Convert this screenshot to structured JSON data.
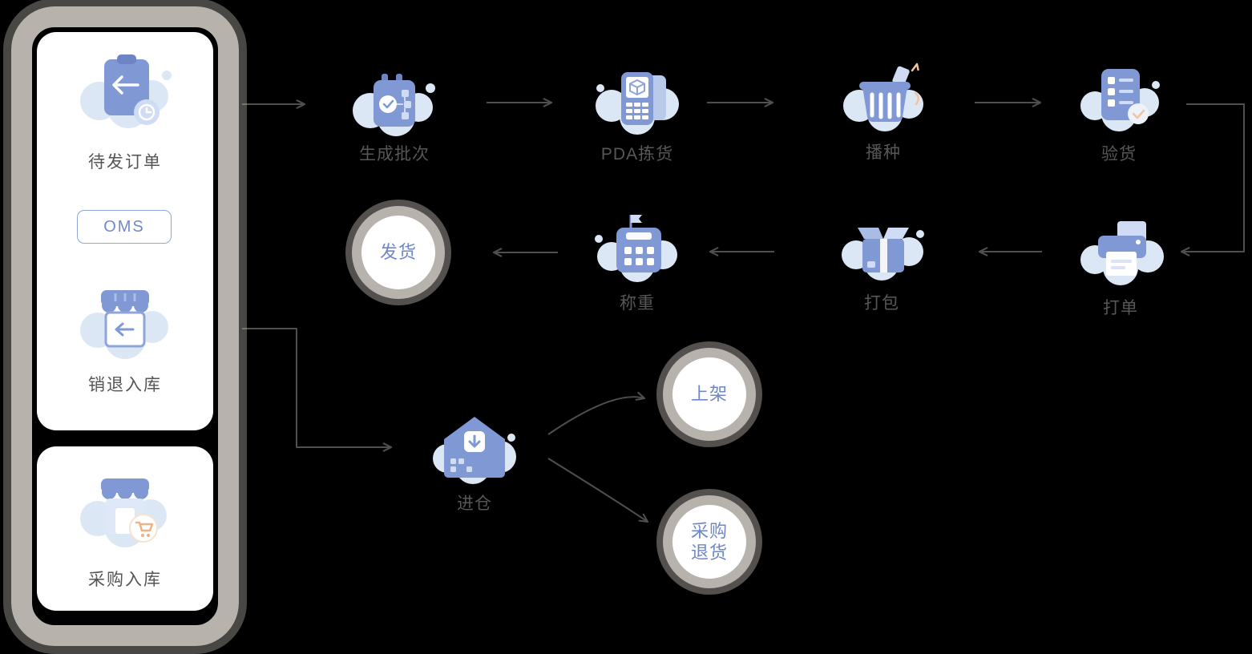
{
  "diagram": {
    "sidebar": {
      "pending_orders": "待发订单",
      "oms": "OMS",
      "sales_return_inbound": "销退入库",
      "purchase_inbound": "采购入库"
    },
    "flow": {
      "generate_batch": "生成批次",
      "pda_picking": "PDA拣货",
      "seeding": "播种",
      "inspect": "验货",
      "print_order": "打单",
      "pack": "打包",
      "weigh": "称重",
      "ship": "发货",
      "inbound": "进仓",
      "shelve": "上架",
      "purchase_return_line1": "采购",
      "purchase_return_line2": "退货"
    },
    "colors": {
      "icon_blue": "#8099d5",
      "icon_blue_dark": "#6d85c5",
      "icon_blue_light": "#cfdcf4",
      "cloud": "#dce7f6",
      "ring_gray": "#b7b2ab",
      "circle_text_blue": "#6f87c7",
      "label_gray": "#575757",
      "arrow_gray": "#4f4f4f",
      "accent_orange": "#eeb287"
    }
  }
}
